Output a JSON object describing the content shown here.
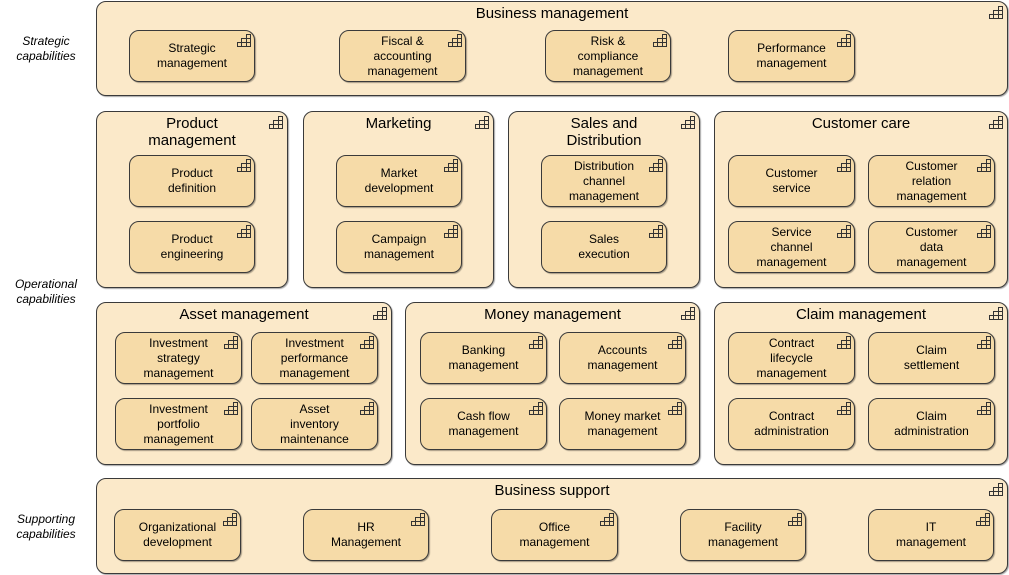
{
  "layers": [
    {
      "id": "strategic",
      "label": "Strategic\ncapabilities"
    },
    {
      "id": "operational",
      "label": "Operational\ncapabilities"
    },
    {
      "id": "supporting",
      "label": "Supporting\ncapabilities"
    }
  ],
  "icon": "capability-icon",
  "colors": {
    "group_fill": "#fbe9c9",
    "capability_fill": "#f6dba8",
    "border": "#3a3a3a"
  },
  "groups": {
    "business_management": {
      "title": "Business management",
      "items": [
        "Strategic\nmanagement",
        "Fiscal &\naccounting\nmanagement",
        "Risk &\ncompliance\nmanagement",
        "Performance\nmanagement"
      ]
    },
    "product_management": {
      "title": "Product\nmanagement",
      "items": [
        "Product\ndefinition",
        "Product\nengineering"
      ]
    },
    "marketing": {
      "title": "Marketing",
      "items": [
        "Market\ndevelopment",
        "Campaign\nmanagement"
      ]
    },
    "sales_distribution": {
      "title": "Sales and\nDistribution",
      "items": [
        "Distribution\nchannel\nmanagement",
        "Sales\nexecution"
      ]
    },
    "customer_care": {
      "title": "Customer care",
      "items": [
        "Customer\nservice",
        "Customer\nrelation\nmanagement",
        "Service\nchannel\nmanagement",
        "Customer\ndata\nmanagement"
      ]
    },
    "asset_management": {
      "title": "Asset management",
      "items": [
        "Investment\nstrategy\nmanagement",
        "Investment\nperformance\nmanagement",
        "Investment\nportfolio\nmanagement",
        "Asset\ninventory\nmaintenance"
      ]
    },
    "money_management": {
      "title": "Money management",
      "items": [
        "Banking\nmanagement",
        "Accounts\nmanagement",
        "Cash flow\nmanagement",
        "Money market\nmanagement"
      ]
    },
    "claim_management": {
      "title": "Claim management",
      "items": [
        "Contract\nlifecycle\nmanagement",
        "Claim\nsettlement",
        "Contract\nadministration",
        "Claim\nadministration"
      ]
    },
    "business_support": {
      "title": "Business support",
      "items": [
        "Organizational\ndevelopment",
        "HR\nManagement",
        "Office\nmanagement",
        "Facility\nmanagement",
        "IT\nmanagement"
      ]
    }
  }
}
